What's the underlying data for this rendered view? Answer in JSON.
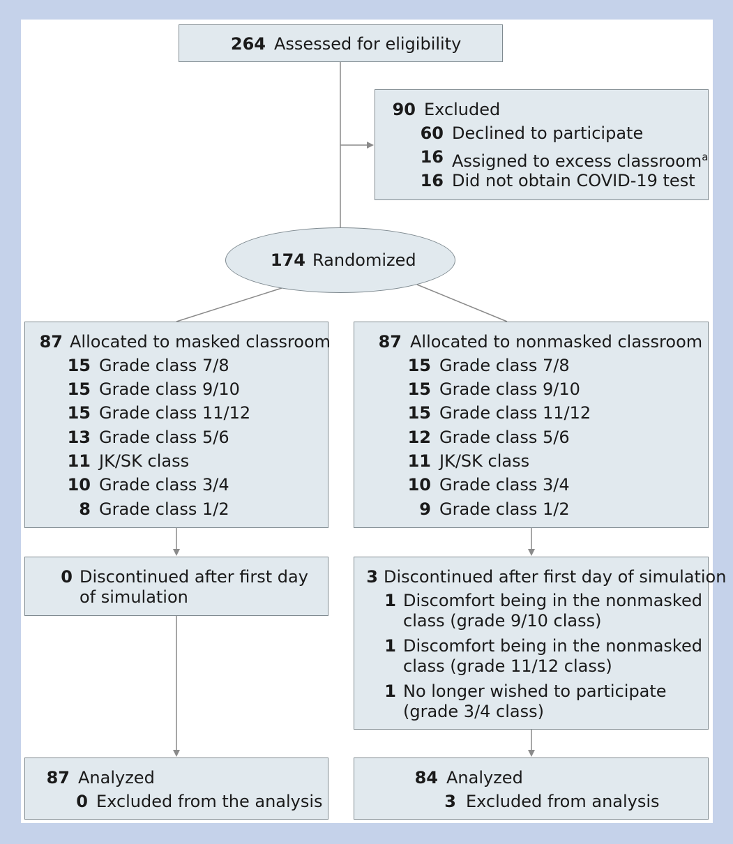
{
  "assessed": {
    "count": "264",
    "label": "Assessed for eligibility"
  },
  "excluded": {
    "count": "90",
    "label": "Excluded",
    "items": [
      {
        "count": "60",
        "label": "Declined to participate"
      },
      {
        "count": "16",
        "label": "Assigned to excess classroom",
        "sup": "a"
      },
      {
        "count": "16",
        "label": "Did not obtain COVID-19 test"
      }
    ]
  },
  "randomized": {
    "count": "174",
    "label": "Randomized"
  },
  "masked": {
    "allocated": {
      "count": "87",
      "label": "Allocated to masked classroom"
    },
    "classes": [
      {
        "count": "15",
        "label": "Grade class 7/8"
      },
      {
        "count": "15",
        "label": "Grade class 9/10"
      },
      {
        "count": "15",
        "label": "Grade class 11/12"
      },
      {
        "count": "13",
        "label": "Grade class 5/6"
      },
      {
        "count": "11",
        "label": "JK/SK class"
      },
      {
        "count": "10",
        "label": "Grade class 3/4"
      },
      {
        "count": "8",
        "label": "Grade class 1/2"
      }
    ],
    "discontinued": {
      "count": "0",
      "line1": "Discontinued after first day",
      "line2": "of simulation"
    },
    "analyzed": {
      "count": "87",
      "label": "Analyzed",
      "excluded_count": "0",
      "excluded_label": "Excluded from the analysis"
    }
  },
  "nonmasked": {
    "allocated": {
      "count": "87",
      "label": "Allocated to nonmasked classroom"
    },
    "classes": [
      {
        "count": "15",
        "label": "Grade class 7/8"
      },
      {
        "count": "15",
        "label": "Grade class 9/10"
      },
      {
        "count": "15",
        "label": "Grade class 11/12"
      },
      {
        "count": "12",
        "label": "Grade class 5/6"
      },
      {
        "count": "11",
        "label": "JK/SK class"
      },
      {
        "count": "10",
        "label": "Grade class 3/4"
      },
      {
        "count": "9",
        "label": "Grade class 1/2"
      }
    ],
    "discontinued": {
      "count": "3",
      "label": "Discontinued after first day of simulation",
      "reasons": [
        {
          "count": "1",
          "line1": "Discomfort being in the nonmasked",
          "line2": "class (grade 9/10 class)"
        },
        {
          "count": "1",
          "line1": "Discomfort being in the nonmasked",
          "line2": "class (grade 11/12 class)"
        },
        {
          "count": "1",
          "line1": "No longer wished to participate",
          "line2": "(grade 3/4 class)"
        }
      ]
    },
    "analyzed": {
      "count": "84",
      "label": "Analyzed",
      "excluded_count": "3",
      "excluded_label": "Excluded from analysis"
    }
  },
  "colors": {
    "frame": "#c5d2ea",
    "box_fill": "#e1e9ee",
    "box_border": "#7f8a90",
    "connector": "#8a8a8a"
  }
}
